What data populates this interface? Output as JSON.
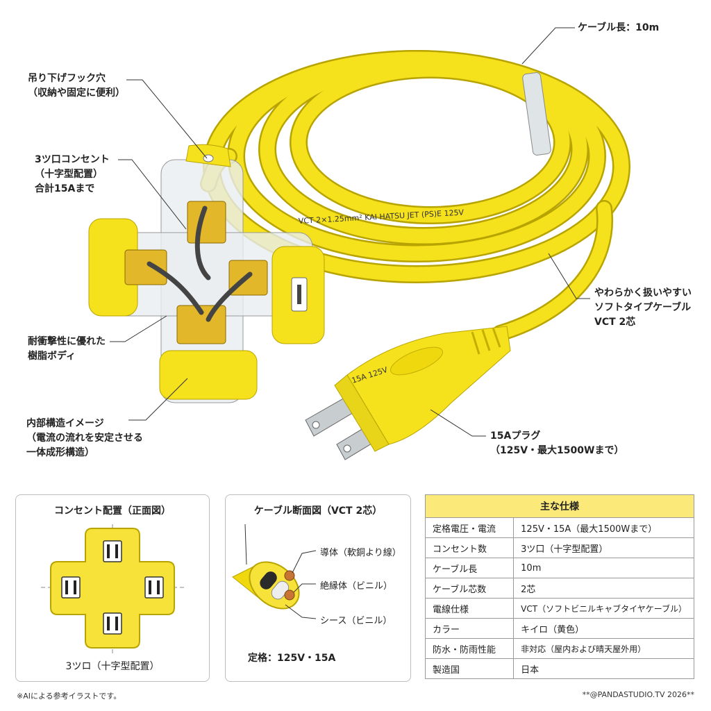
{
  "callouts": {
    "cable_length": "ケーブル長：10m",
    "hook": [
      "吊り下げフック穴",
      "（収納や固定に便利）"
    ],
    "outlet": [
      "3ツ口コンセント",
      "（十字型配置）",
      "合計15Aまで"
    ],
    "body": [
      "耐衝撃性に優れた",
      "樹脂ボディ"
    ],
    "internal": [
      "内部構造イメージ",
      "（電流の流れを安定させる",
      "一体成形構造）"
    ],
    "cable_soft": [
      "やわらかく扱いやすい",
      "ソフトタイプケーブル",
      "VCT 2芯"
    ],
    "plug": [
      "15Aプラグ",
      "（125V・最大1500Wまで）"
    ]
  },
  "cable_print": "VCT 2×1.25mm²  KAI HATSU  JET  (PS)E  125V",
  "plug_print": "15A 125V",
  "front_panel": {
    "title": "コンセント配置（正面図）",
    "caption": "3ツロ（十字型配置）"
  },
  "section_panel": {
    "title": "ケーブル断面図（VCT 2芯）",
    "labels": [
      "導体（軟銅より線）",
      "絶縁体（ビニル）",
      "シース（ビニル）"
    ],
    "rating": "定格：125V・15A"
  },
  "spec": {
    "title": "主な仕様",
    "rows": [
      {
        "k": "定格電圧・電流",
        "v": "125V・15A（最大1500Wまで）"
      },
      {
        "k": "コンセント数",
        "v": "3ツ口（十字型配置）"
      },
      {
        "k": "ケーブル長",
        "v": "10m"
      },
      {
        "k": "ケーブル芯数",
        "v": "2芯"
      },
      {
        "k": "電線仕様",
        "v": "VCT（ソフトビニルキャブタイヤケーブル）"
      },
      {
        "k": "カラー",
        "v": "キイロ（黄色）"
      },
      {
        "k": "防水・防雨性能",
        "v": "非対応（屋内および晴天屋外用）"
      },
      {
        "k": "製造国",
        "v": "日本"
      }
    ]
  },
  "footer": {
    "left": "※AIによる参考イラストです。",
    "right": "**@PANDASTUDIO.TV 2026**"
  },
  "colors": {
    "cable": "#f5e11c",
    "cable_edge": "#b8a400",
    "panel_yellow": "#f7e23a"
  }
}
